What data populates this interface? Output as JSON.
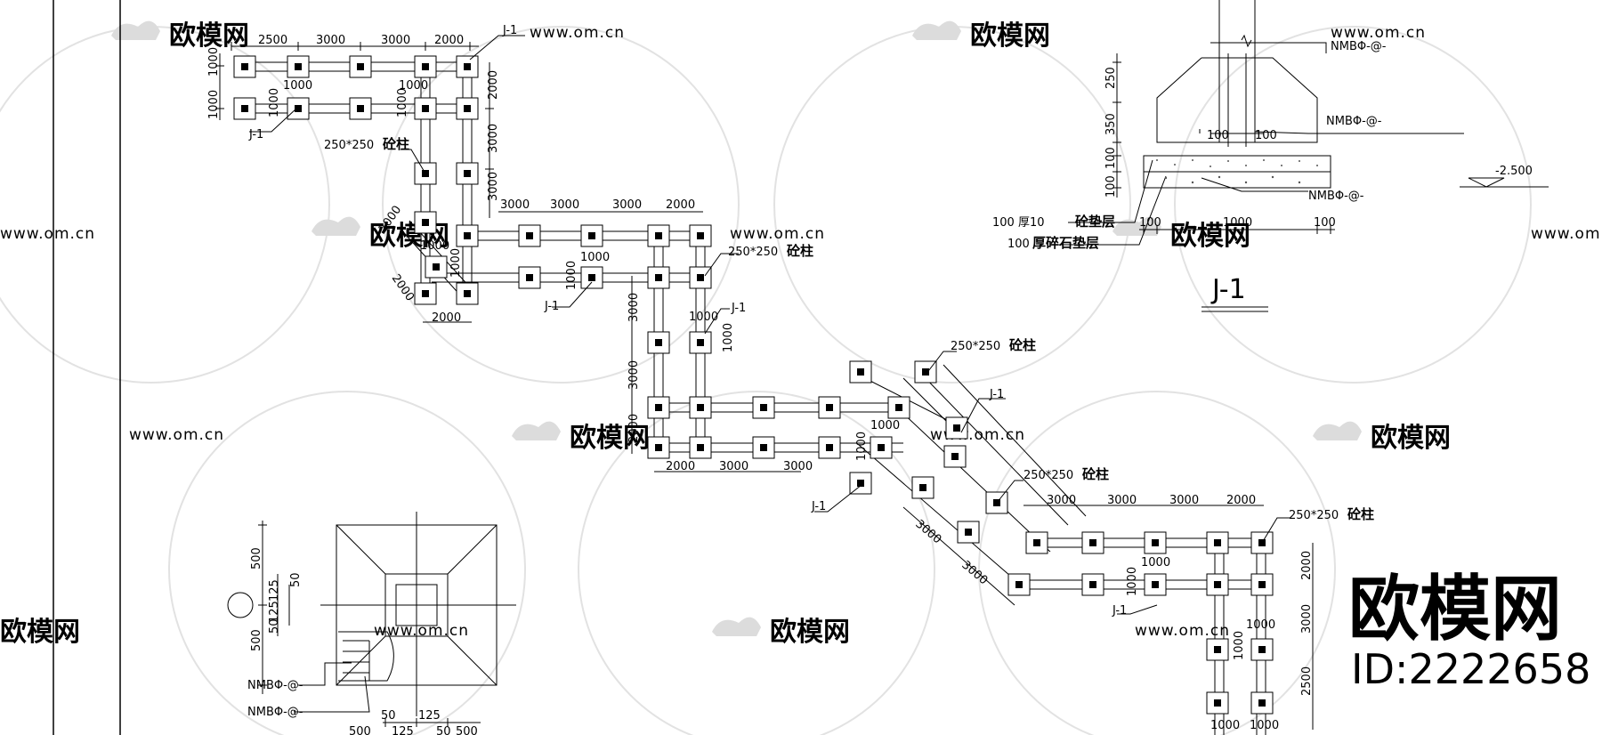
{
  "labels": {
    "j1": "J-1",
    "column": "砼柱",
    "column_size": "250*250",
    "rebar": "NMBΦ-@-",
    "elevation": "-2.500",
    "cushion_label": "砼垫层",
    "gravel_label": "厚碎石垫层",
    "thick_prefix": "100 厚10",
    "gravel_prefix": "100",
    "section_title": "J-1"
  },
  "dims": {
    "d2500": "2500",
    "d3000": "3000",
    "d2000": "2000",
    "d1000": "1000",
    "d500": "500",
    "d250": "250",
    "d350": "350",
    "d100": "100",
    "d125": "125",
    "d50": "50"
  },
  "watermark": {
    "brand": "欧模网",
    "url": "www.om.cn"
  },
  "brand": {
    "name": "欧模网",
    "id": "ID:2222658"
  }
}
